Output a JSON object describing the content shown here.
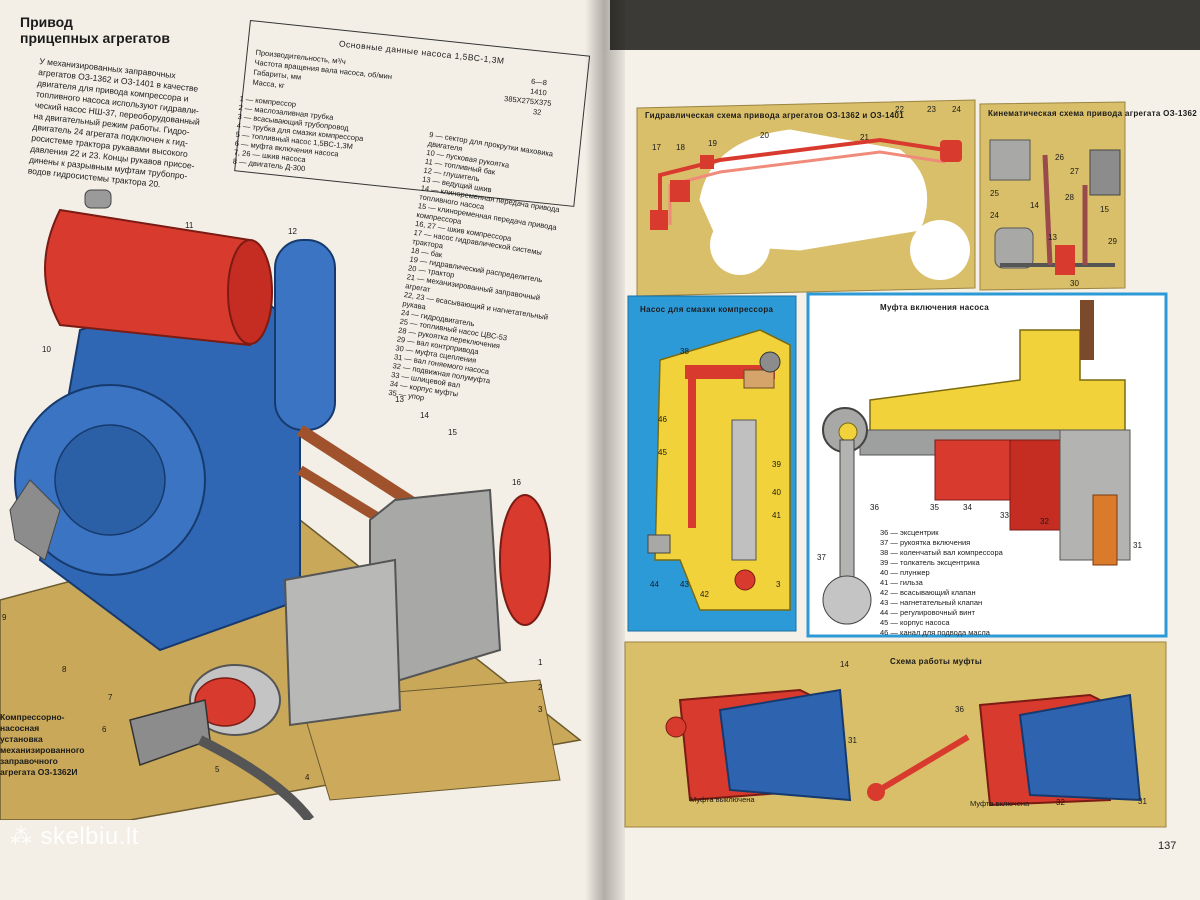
{
  "left_page": {
    "title_line1": "Привод",
    "title_line2": "прицепных агрегатов",
    "intro_lines": [
      "У механизированных заправочных",
      "агрегатов ОЗ-1362 и ОЗ-1401 в качестве",
      "двигателя для привода компрессора и",
      "топливного насоса используют гидравли-",
      "ческий насос НШ-37, переоборудованный",
      "на двигательный режим работы. Гидро-",
      "двигатель 24 агрегата подключен к гид-",
      "росистеме трактора рукавами высокого",
      "давления 22 и 23. Концы рукавов присое-",
      "динены к разрывным муфтам трубопро-",
      "водов гидросистемы трактора 20."
    ],
    "pump_box_title": "Основные данные насоса 1,5ВС-1,3М",
    "pump_specs": [
      {
        "label": "Производительность, м³/ч",
        "value": "6—8"
      },
      {
        "label": "Частота вращения вала насоса, об/мин",
        "value": "1410"
      },
      {
        "label": "Габариты, мм",
        "value": "385Х275Х375"
      },
      {
        "label": "Масса, кг",
        "value": "32"
      }
    ],
    "parts_left": [
      "1 — компрессор",
      "2 — маслозаливная трубка",
      "3 — всасывающий трубопровод",
      "4 — трубка для смазки компрессора",
      "5 — топливный насос 1,5ВС-1,3М",
      "6 — муфта включения насоса",
      "7, 26 — шкив насоса",
      "8 — двигатель Д-300"
    ],
    "parts_right": [
      "9 — сектор для прокрутки маховика",
      "двигателя",
      "10 — пусковая рукоятка",
      "11 — топливный бак",
      "12 — глушитель",
      "13 — ведущий шкив",
      "14 — клиноременная передача привода",
      "топливного насоса",
      "15 — клиноременная передача привода",
      "компрессора",
      "16, 27 — шкив компрессора",
      "17 — насос гидравлической системы",
      "трактора",
      "18 — бак",
      "19 — гидравлический распределитель",
      "20 — трактор",
      "21 — механизированный заправочный",
      "агрегат",
      "22, 23 — всасывающий и нагнетательный",
      "рукава",
      "24 — гидродвигатель",
      "25 — топливный насос ЦВС-53",
      "28 — рукоятка переключения",
      "29 — вал контрпривода",
      "30 — муфта сцепления",
      "31 — вал гоняемого насоса",
      "32 — подвижная полумуфта",
      "33 — шлицевой вал",
      "34 — корпус муфты",
      "35 — упор"
    ],
    "caption_lines": [
      "Компрессорно-",
      "насосная",
      "установка",
      "механизированного",
      "заправочного",
      "агрегата ОЗ-1362И"
    ],
    "callouts": [
      "11",
      "12",
      "10",
      "13",
      "14",
      "15",
      "16",
      "1",
      "2",
      "3",
      "4",
      "5",
      "6",
      "7",
      "8",
      "9"
    ]
  },
  "right_page": {
    "hydraulic_title": "Гидравлическая схема привода агрегатов ОЗ-1362 и ОЗ-1401",
    "kinematic_title": "Кинематическая схема привода агрегата ОЗ-1362",
    "lube_title": "Насос для смазки компрессора",
    "clutch_title": "Муфта включения насоса",
    "work_title": "Схема работы муфты",
    "clutch_off": "Муфта выключена",
    "clutch_on": "Муфта включена",
    "hyd_nums": [
      "17",
      "18",
      "19",
      "20",
      "21",
      "22",
      "23",
      "24"
    ],
    "kin_nums": [
      "25",
      "26",
      "27",
      "24",
      "13",
      "14",
      "28",
      "15",
      "29",
      "30"
    ],
    "lube_nums": [
      "38",
      "39",
      "40",
      "41",
      "42",
      "43",
      "44",
      "45",
      "46",
      "3"
    ],
    "clutch_nums": [
      "36",
      "35",
      "34",
      "33",
      "32",
      "31",
      "37"
    ],
    "work_nums": [
      "14",
      "31",
      "36",
      "32",
      "31"
    ],
    "legend": [
      "36 — эксцентрик",
      "37 — рукоятка включения",
      "38 — коленчатый вал компрессора",
      "39 — толкатель эксцентрика",
      "40 — плунжер",
      "41 — гильза",
      "42 — всасывающий клапан",
      "43 — нагнетательный клапан",
      "44 — регулировочный винт",
      "45 — корпус насоса",
      "46 — канал для подвода масла"
    ],
    "page_number": "137"
  },
  "watermark": "skelbiu.lt",
  "colors": {
    "red": "#d83a2e",
    "blue": "#2e63b0",
    "yellow": "#f1d23a",
    "gray": "#b3b4b1",
    "ochre": "#c9a85a",
    "cyan": "#2d9ad8"
  }
}
